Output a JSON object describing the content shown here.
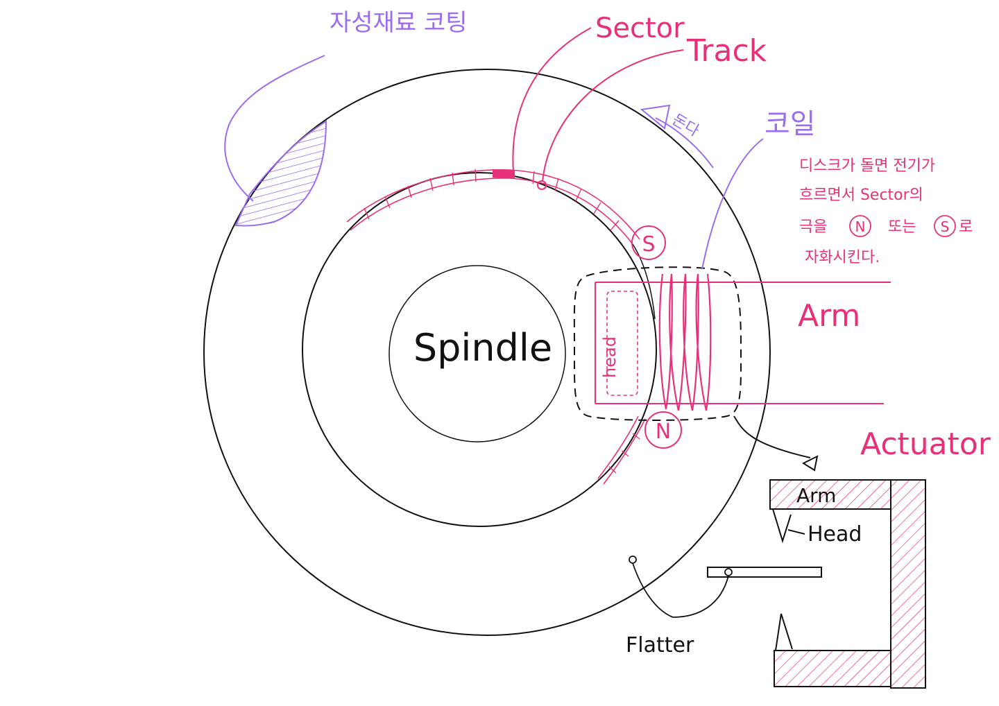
{
  "colors": {
    "ink": "#111111",
    "pink": "#e8307a",
    "purple": "#9b6cf0",
    "background": "#ffffff"
  },
  "labels": {
    "coating": "자성재료 코팅",
    "sector": "Sector",
    "track": "Track",
    "rotates": "돈다",
    "coil": "코일",
    "spindle": "Spindle",
    "head": "head",
    "arm": "Arm",
    "actuator": "Actuator",
    "pole_s": "S",
    "pole_n": "N",
    "detail_arm": "Arm",
    "detail_head": "Head",
    "flatter": "Flatter"
  },
  "note": {
    "line1": "디스크가 돌면 전기가",
    "line2": "흐르면서 Sector의",
    "line3_before": "극을",
    "line3_n": "N",
    "line3_mid": "또는",
    "line3_s": "S",
    "line3_after": "로",
    "line4": "자화시킨다."
  }
}
